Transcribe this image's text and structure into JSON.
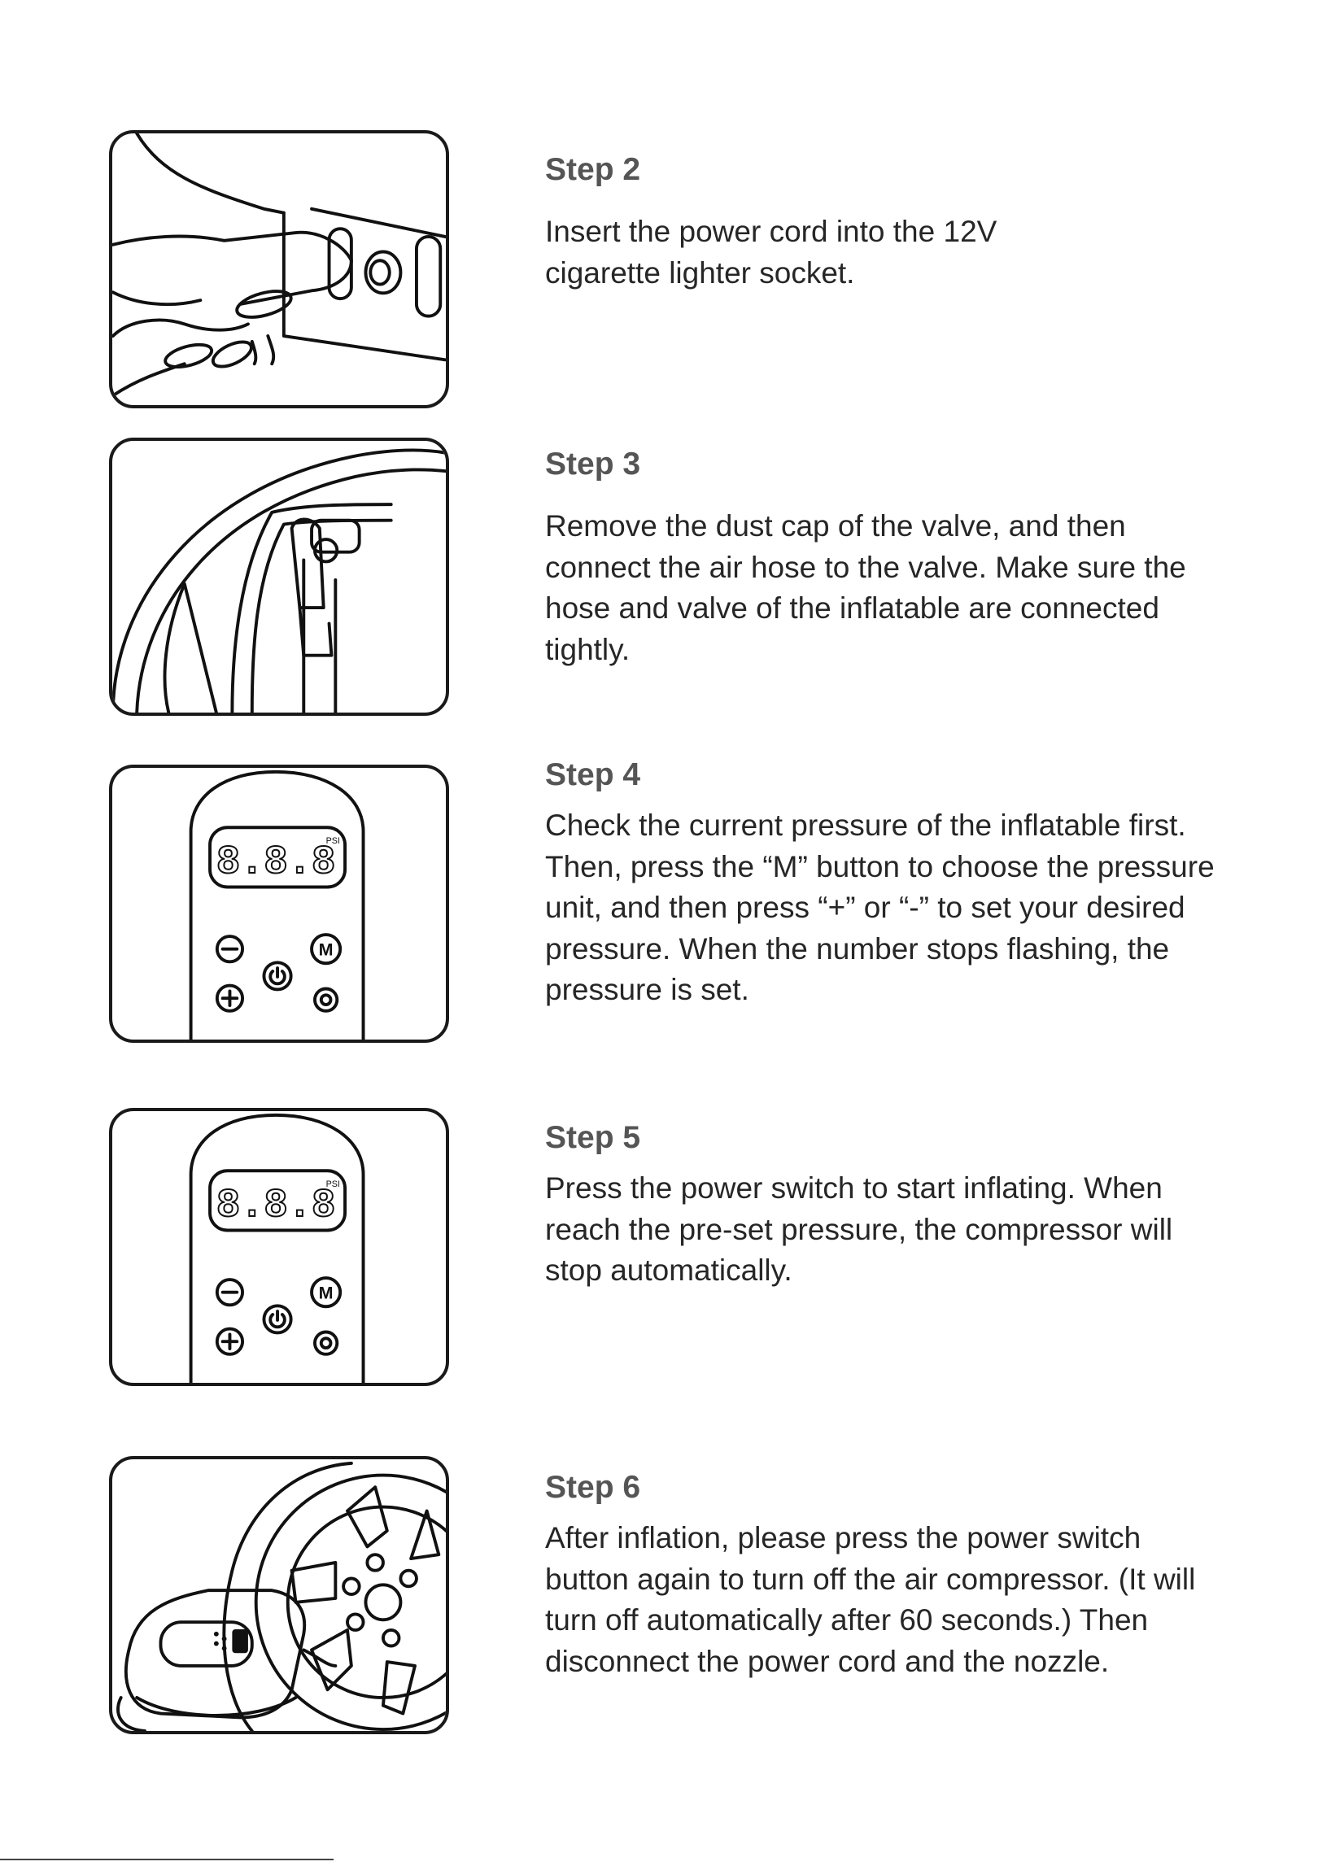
{
  "steps": [
    {
      "title": "Step 2",
      "body": "Insert the power cord into the 12V cigarette lighter socket.",
      "illustration": "power-cord-socket"
    },
    {
      "title": "Step 3",
      "body": "Remove the dust cap of the valve, and then connect the air hose to the valve. Make sure the hose and valve of the inflatable are connected tightly.",
      "illustration": "valve-hose"
    },
    {
      "title": "Step 4",
      "body": "Check the current pressure of the inflatable first. Then, press the “M” button to choose the pressure unit, and then press “+” or “-” to set your desired pressure. When the number stops flashing, the pressure is set.",
      "illustration": "control-panel",
      "display": {
        "digits": "8.8.8",
        "unit": "PSI"
      },
      "buttons": {
        "minus": "−",
        "plus": "+",
        "mode": "M"
      }
    },
    {
      "title": "Step 5",
      "body": "Press the power switch to start inflating. When reach the pre-set pressure, the compressor will stop automatically.",
      "illustration": "control-panel",
      "display": {
        "digits": "8.8.8",
        "unit": "PSI"
      },
      "buttons": {
        "minus": "−",
        "plus": "+",
        "mode": "M"
      }
    },
    {
      "title": "Step 6",
      "body": "After inflation, please press the power switch button again to turn off the air compressor. (It will turn off automatically after 60 seconds.) Then disconnect the power cord and the nozzle.",
      "illustration": "compressor-wheel"
    }
  ]
}
